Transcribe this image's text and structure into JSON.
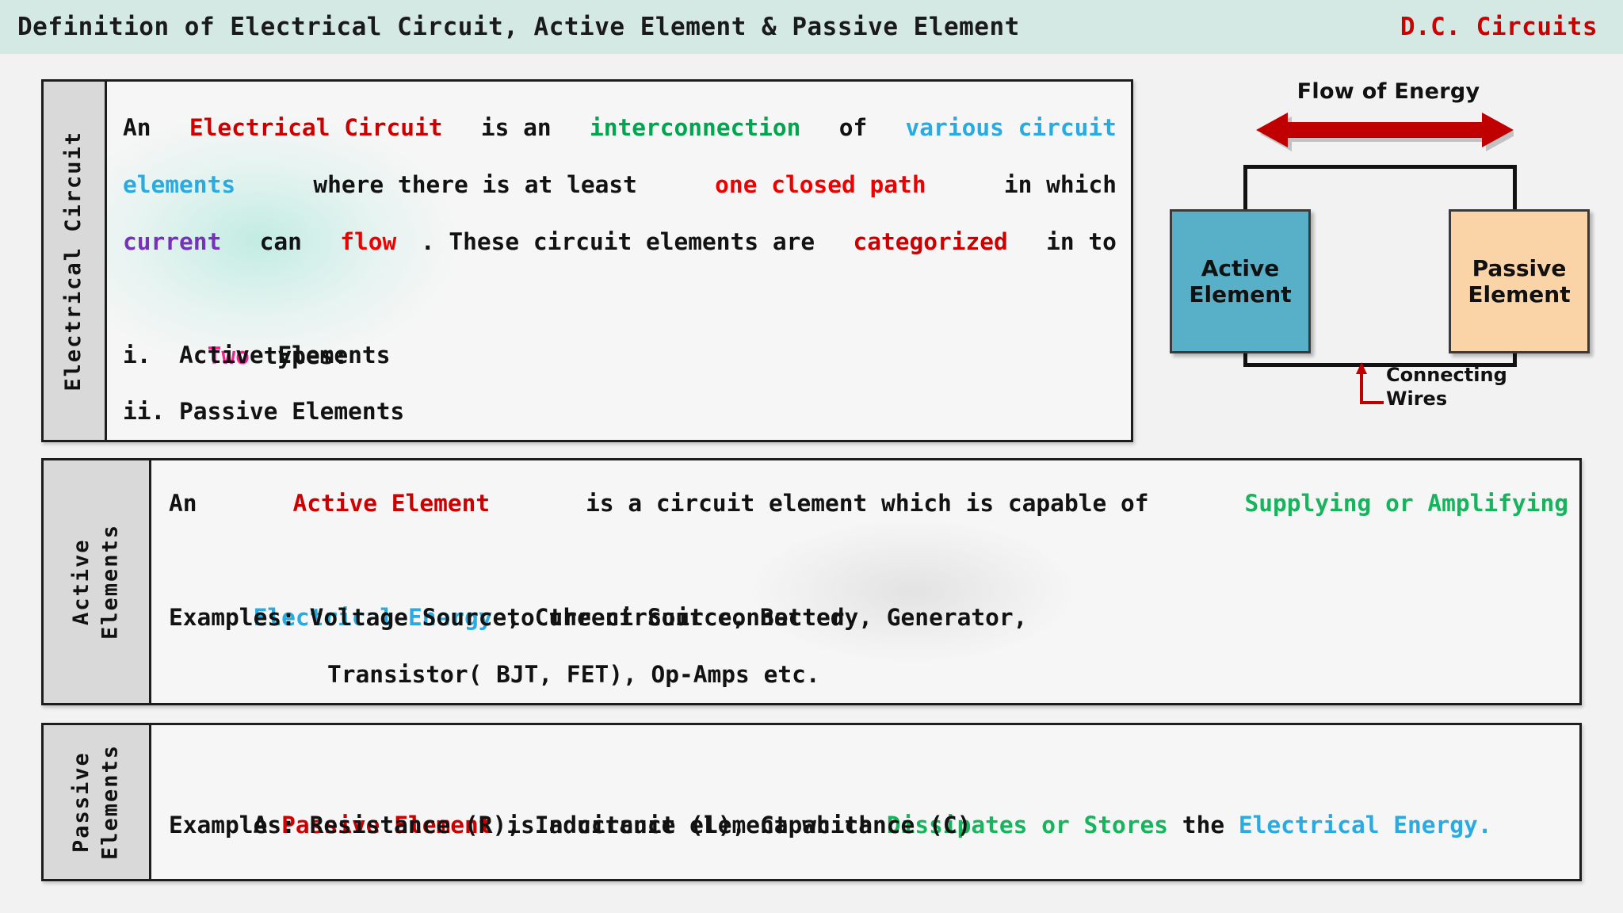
{
  "header": {
    "title": "Definition of Electrical Circuit, Active Element & Passive Element",
    "subject": "D.C. Circuits",
    "bg_color": "#d4e9e4",
    "subject_color": "#cc0000"
  },
  "colors": {
    "red": "#cc0000",
    "bright_red": "#ef0000",
    "green": "#00a550",
    "cyan": "#29abe2",
    "purple": "#7733b8",
    "pink": "#ff1f8f",
    "black": "#121212",
    "active_box": "#57b0c8",
    "passive_box": "#fad3a6",
    "arrow": "#c00000"
  },
  "cards": {
    "circuit": {
      "side_label": "Electrical Circuit",
      "line1": {
        "t1": "An ",
        "t2": "Electrical Circuit",
        "t3": " is an ",
        "t4": "interconnection",
        "t5": " of ",
        "t6": "various circuit"
      },
      "line2": {
        "t1": "elements",
        "t2": " where there is at least ",
        "t3": "one closed path",
        "t4": " in which"
      },
      "line3": {
        "t1": "current",
        "t2": " can ",
        "t3": "flow",
        "t4": ". These circuit elements are ",
        "t5": "categorized",
        "t6": " in to"
      },
      "line4": {
        "t1": "Two",
        "t2": " types:"
      },
      "items": [
        "i.  Active Elements",
        "ii. Passive Elements"
      ]
    },
    "active": {
      "side_label": "Active\nElements",
      "line1": {
        "t1": "An ",
        "t2": "Active Element",
        "t3": " is a circuit element which is capable of ",
        "t4": "Supplying or Amplifying"
      },
      "line2": {
        "t1": "Electrical Energy",
        "t2": " to the circuit connected."
      },
      "examples_line1": "Examples: Voltage Source, Current Source, Battery, Generator,",
      "examples_line2": "Transistor( BJT, FET), Op-Amps etc."
    },
    "passive": {
      "side_label": "Passive\nElements",
      "line1": {
        "t1": "A ",
        "t2": "Passive Element",
        "t3": " is a circuit element which ",
        "t4": "Dissipates or Stores",
        "t5": " the ",
        "t6": "Electrical Energy."
      },
      "examples_line1": "Examples: Resistance (R), Inductance (L), Capacitance (C)"
    }
  },
  "diagram": {
    "flow_label": "Flow of Energy",
    "active_box": "Active\nElement",
    "passive_box": "Passive\nElement",
    "connecting_wires_label": "Connecting\nWires"
  }
}
